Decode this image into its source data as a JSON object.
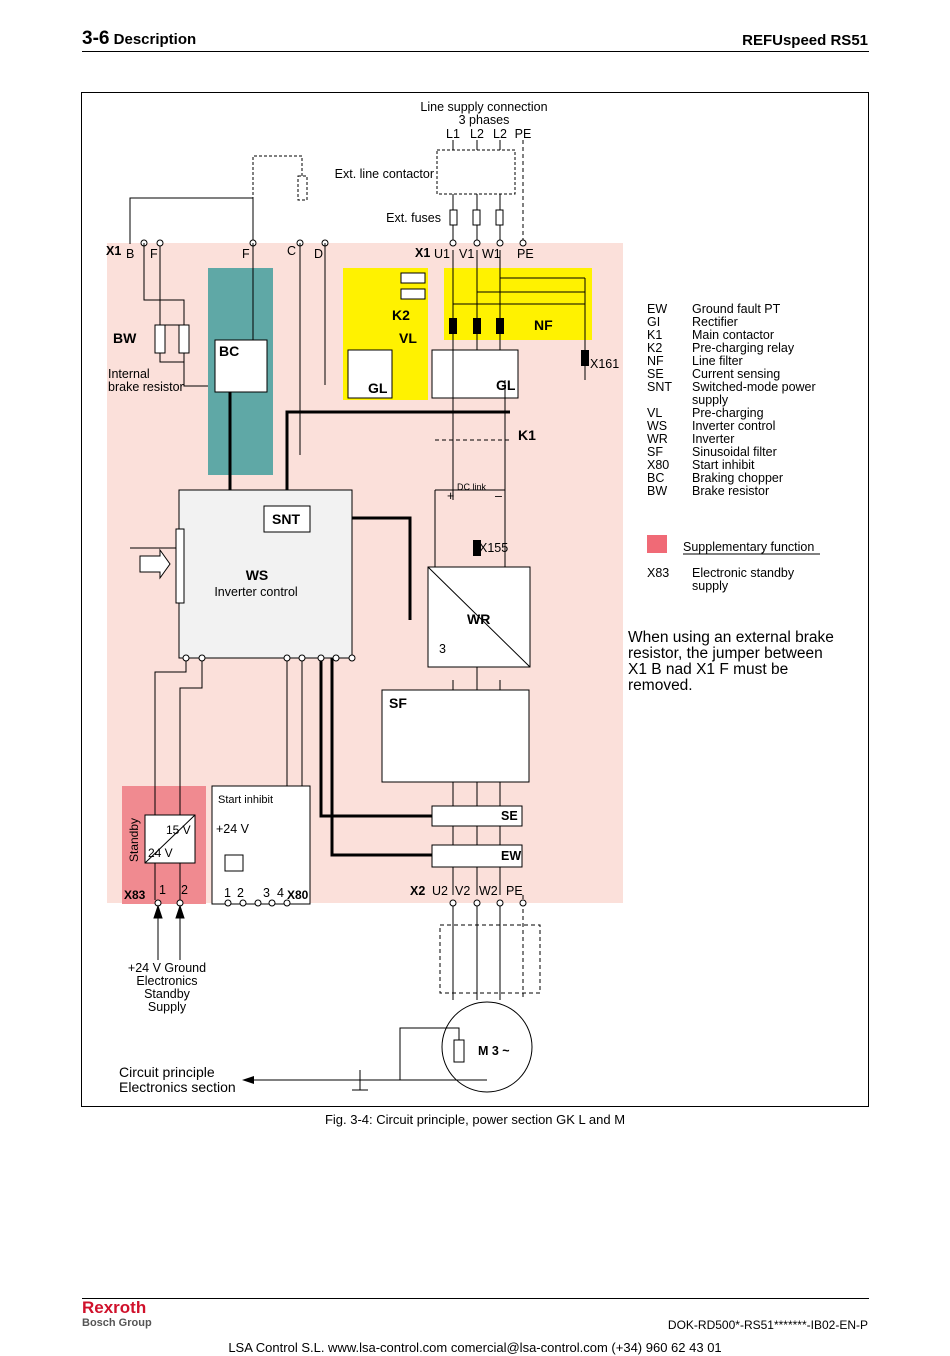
{
  "header": {
    "section_number": "3-6",
    "section_title": "Description",
    "product": "REFUspeed RS51"
  },
  "diagram": {
    "top_labels": {
      "line_supply": "Line supply connection",
      "phases": "3 phases",
      "L1": "L1",
      "L2a": "L2",
      "L2b": "L2",
      "PE": "PE",
      "ext_contactor": "Ext. line contactor",
      "ext_fuses": "Ext. fuses"
    },
    "x1_left": {
      "title": "X1",
      "B": "B",
      "F1": "F",
      "F2": "F",
      "C": "C",
      "D": "D"
    },
    "x1_right": {
      "title": "X1",
      "U1": "U1",
      "V1": "V1",
      "W1": "W1",
      "PE": "PE"
    },
    "blocks": {
      "BW": "BW",
      "internal_brake_1": "Internal",
      "internal_brake_2": "brake resistor",
      "BC": "BC",
      "K2": "K2",
      "VL": "VL",
      "NF": "NF",
      "GL1": "GL",
      "GL2": "GL",
      "X161": "X161",
      "K1": "K1",
      "dc_link": "DC link",
      "plus": "+",
      "minus": "–",
      "X155": "X155",
      "SNT": "SNT",
      "WS": "WS",
      "WS_sub": "Inverter control",
      "WR": "WR",
      "three": "3",
      "SF": "SF",
      "SE": "SE",
      "EW": "EW",
      "start_inhibit": "Start inhibit",
      "plus24": "+24 V",
      "standby": "Standby",
      "v15": "15 V",
      "v24": "24 V",
      "X83": "X83",
      "X83_1": "1",
      "X83_2": "2",
      "X80": "X80",
      "X80_1": "1",
      "X80_2": "2",
      "X80_3": "3",
      "X80_4": "4",
      "X2": "X2",
      "U2": "U2",
      "V2": "V2",
      "W2": "W2",
      "PE2": "PE",
      "motor": "M 3 ~"
    },
    "supply_note": [
      "+24 V Ground",
      "Electronics",
      "Standby",
      "Supply"
    ],
    "circuit_principle": [
      "Circuit principle",
      "Electronics section"
    ],
    "legend": [
      [
        "EW",
        "Ground fault PT"
      ],
      [
        "GI",
        "Rectifier"
      ],
      [
        "K1",
        "Main contactor"
      ],
      [
        "K2",
        "Pre-charging relay"
      ],
      [
        "NF",
        "Line filter"
      ],
      [
        "SE",
        "Current sensing"
      ],
      [
        "SNT",
        "Switched-mode power"
      ],
      [
        "",
        "supply"
      ],
      [
        "VL",
        "Pre-charging"
      ],
      [
        "WS",
        "Inverter control"
      ],
      [
        "WR",
        "Inverter"
      ],
      [
        "SF",
        "Sinusoidal filter"
      ],
      [
        "X80",
        "Start inhibit"
      ],
      [
        "BC",
        "Braking chopper"
      ],
      [
        "BW",
        "Brake resistor"
      ]
    ],
    "supplementary": "Supplementary function",
    "x83_legend": {
      "code": "X83",
      "line1": "Electronic standby",
      "line2": "supply"
    },
    "note": [
      "When using an external brake",
      "resistor, the jumper between",
      "X1 B nad X1 F must be",
      "removed."
    ],
    "colors": {
      "pink_zone": "#fbe0da",
      "teal": "#5fa8a6",
      "yellow": "#fff200",
      "red_standby": "#f08a90",
      "ws_fill": "#f2f2f2"
    }
  },
  "caption": "Fig. 3-4: Circuit principle, power section GK L and M",
  "footer": {
    "brand": "Rexroth",
    "group": "Bosch Group",
    "doc_ref": "DOK-RD500*-RS51*******-IB02-EN-P",
    "contact": "LSA Control S.L. www.lsa-control.com comercial@lsa-control.com (+34) 960 62 43 01"
  }
}
